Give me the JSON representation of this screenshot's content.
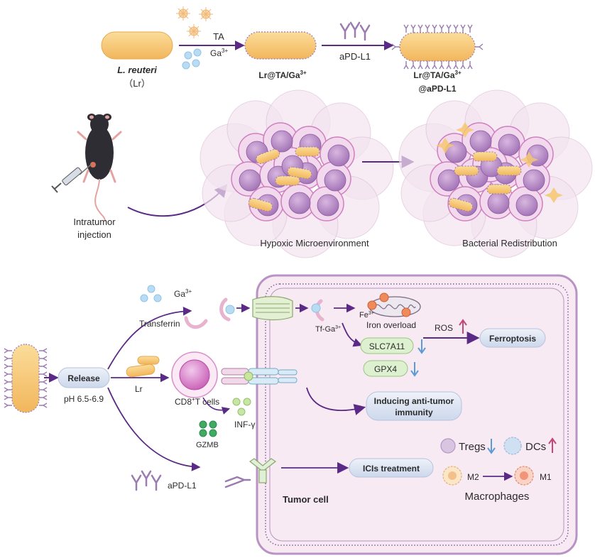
{
  "synthesis": {
    "lr_name": "L. reuteri",
    "lr_abbr": "（Lr）",
    "step1_reagent_a": "TA",
    "step1_reagent_b": "Ga",
    "step1_reagent_b_sup": "3+",
    "product1_base": "Lr@TA/Ga",
    "product1_sup": "3+",
    "step2_reagent": "aPD-L1",
    "product2_line1_base": "Lr@TA/Ga",
    "product2_line1_sup": "3+",
    "product2_line2": "@aPD-L1"
  },
  "injection": {
    "label_line1": "Intratumor",
    "label_line2": "injection",
    "hypoxic_label": "Hypoxic Microenvironment",
    "redistribution_label": "Bacterial Redistribution"
  },
  "mechanism": {
    "release_label": "Release",
    "ph_label": "pH 6.5-6.9",
    "ga_label": "Ga",
    "ga_sup": "3+",
    "transferrin_label": "Transferrin",
    "lr_label": "Lr",
    "cd8_label_a": "CD8",
    "cd8_sup": "+",
    "cd8_label_b": "T cells",
    "inf_label": "INF-γ",
    "gzmb_label": "GZMB",
    "apdl1_label": "aPD-L1",
    "tf_ga_label": "Tf-Ga",
    "tf_ga_sup": "3+",
    "fe_label": "Fe",
    "fe_sup": "3+",
    "iron_overload": "Iron overload",
    "ros_label": "ROS",
    "ferroptosis_label": "Ferroptosis",
    "slc_label": "SLC7A11",
    "gpx4_label": "GPX4",
    "immunity_line1": "Inducing anti-tumor",
    "immunity_line2": "immunity",
    "ici_label": "ICIs treatment",
    "tregs_label": "Tregs",
    "dcs_label": "DCs",
    "m2_label": "M2",
    "m1_label": "M1",
    "macrophages_label": "Macrophages",
    "tumor_cell_label": "Tumor cell"
  },
  "colors": {
    "bacteria_fill": "#f6c76f",
    "arrow_purple": "#5b2a86",
    "membrane_purple": "#8a5aa6",
    "tumor_fill": "#f7eaf3",
    "up_arrow": "#c2477a",
    "down_arrow": "#5d9bd6",
    "pill_fill": "#dfe6f3"
  }
}
